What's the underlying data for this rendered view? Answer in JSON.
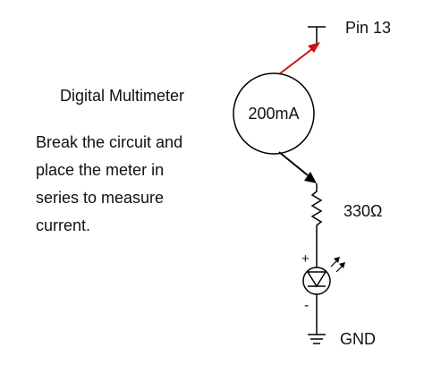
{
  "diagram": {
    "pin_label": "Pin 13",
    "meter_title": "Digital Multimeter",
    "meter_reading": "200mA",
    "instruction_lines": [
      "Break the circuit and",
      "place the meter in",
      "series to measure",
      "current."
    ],
    "resistor_label": "330Ω",
    "led_plus": "+",
    "led_minus": "-",
    "ground_label": "GND",
    "colors": {
      "wire": "#000000",
      "probe_red": "#cc1111",
      "probe_black": "#000000",
      "text": "#111111",
      "background": "#ffffff"
    }
  }
}
